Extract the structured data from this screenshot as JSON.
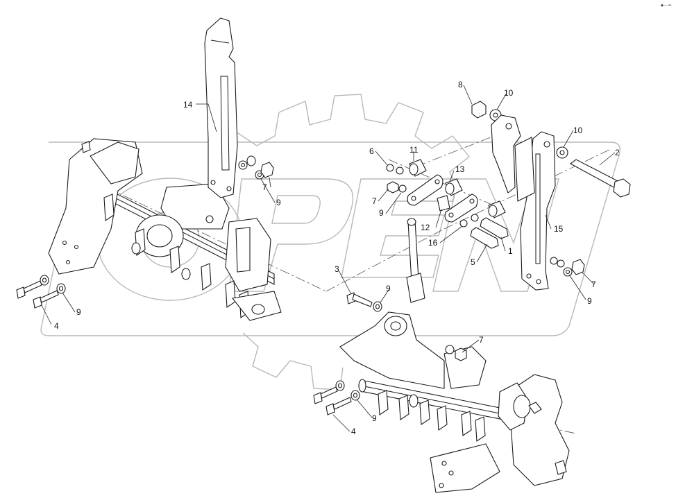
{
  "diagram": {
    "corner_mark": "◆— •••",
    "callouts": [
      {
        "id": "c14a",
        "text": "14"
      },
      {
        "id": "c8",
        "text": "8"
      },
      {
        "id": "c10a",
        "text": "10"
      },
      {
        "id": "c10b",
        "text": "10"
      },
      {
        "id": "c2",
        "text": "2"
      },
      {
        "id": "c6",
        "text": "6"
      },
      {
        "id": "c11",
        "text": "11"
      },
      {
        "id": "c13",
        "text": "13"
      },
      {
        "id": "c7a",
        "text": "7"
      },
      {
        "id": "c9a",
        "text": "9"
      },
      {
        "id": "c7b",
        "text": "7"
      },
      {
        "id": "c9b",
        "text": "9"
      },
      {
        "id": "c12",
        "text": "12"
      },
      {
        "id": "c16",
        "text": "16"
      },
      {
        "id": "c15",
        "text": "15"
      },
      {
        "id": "c1",
        "text": "1"
      },
      {
        "id": "c5",
        "text": "5"
      },
      {
        "id": "c3",
        "text": "3"
      },
      {
        "id": "c9c",
        "text": "9"
      },
      {
        "id": "c7c",
        "text": "7"
      },
      {
        "id": "c9d",
        "text": "9"
      },
      {
        "id": "c4a",
        "text": "4"
      },
      {
        "id": "c9e",
        "text": "9"
      },
      {
        "id": "c7d",
        "text": "7"
      },
      {
        "id": "c9f",
        "text": "9"
      },
      {
        "id": "c4b",
        "text": "4"
      }
    ]
  }
}
